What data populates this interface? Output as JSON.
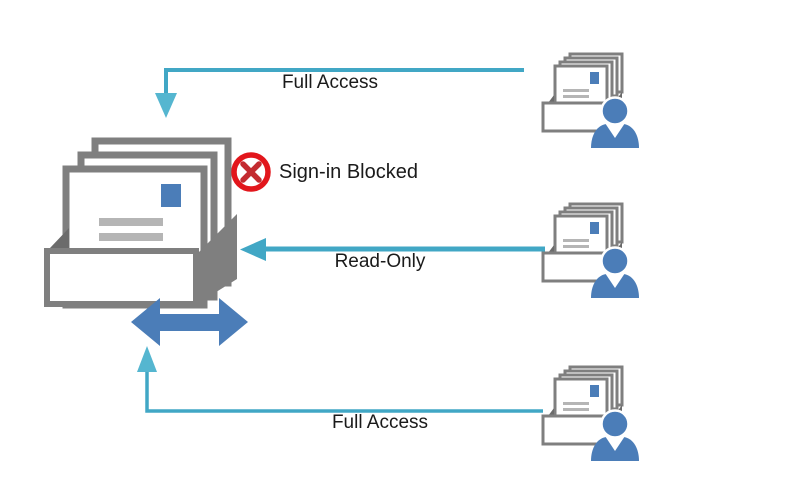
{
  "labels": {
    "arrow_top": "Full Access",
    "blocked": "Sign-in Blocked",
    "arrow_middle": "Read-Only",
    "arrow_bottom": "Full Access"
  },
  "arrows": [
    {
      "name": "full-access-arrow-top",
      "label": "Full Access",
      "direction": "to-shared-mailbox"
    },
    {
      "name": "read-only-arrow",
      "label": "Read-Only",
      "direction": "to-shared-mailbox"
    },
    {
      "name": "full-access-arrow-bottom",
      "label": "Full Access",
      "direction": "to-shared-mailbox"
    }
  ],
  "icons": {
    "shared_mailbox": "mailbox-stack-icon",
    "sync": "double-headed-arrow-icon",
    "blocked": "red-x-circle-icon",
    "user_mailbox": "mailbox-user-icon"
  },
  "colors": {
    "teal": "#41a7c5",
    "tealLight": "#55b6d0",
    "blue": "#4b7db8",
    "gray": "#7f7f7f",
    "grayDark": "#6b6b6b",
    "grayLight": "#b5b5b5",
    "red": "#e2161c",
    "redX": "#c32b30",
    "text": "#1a1a1a",
    "bg": "#ffffff"
  }
}
